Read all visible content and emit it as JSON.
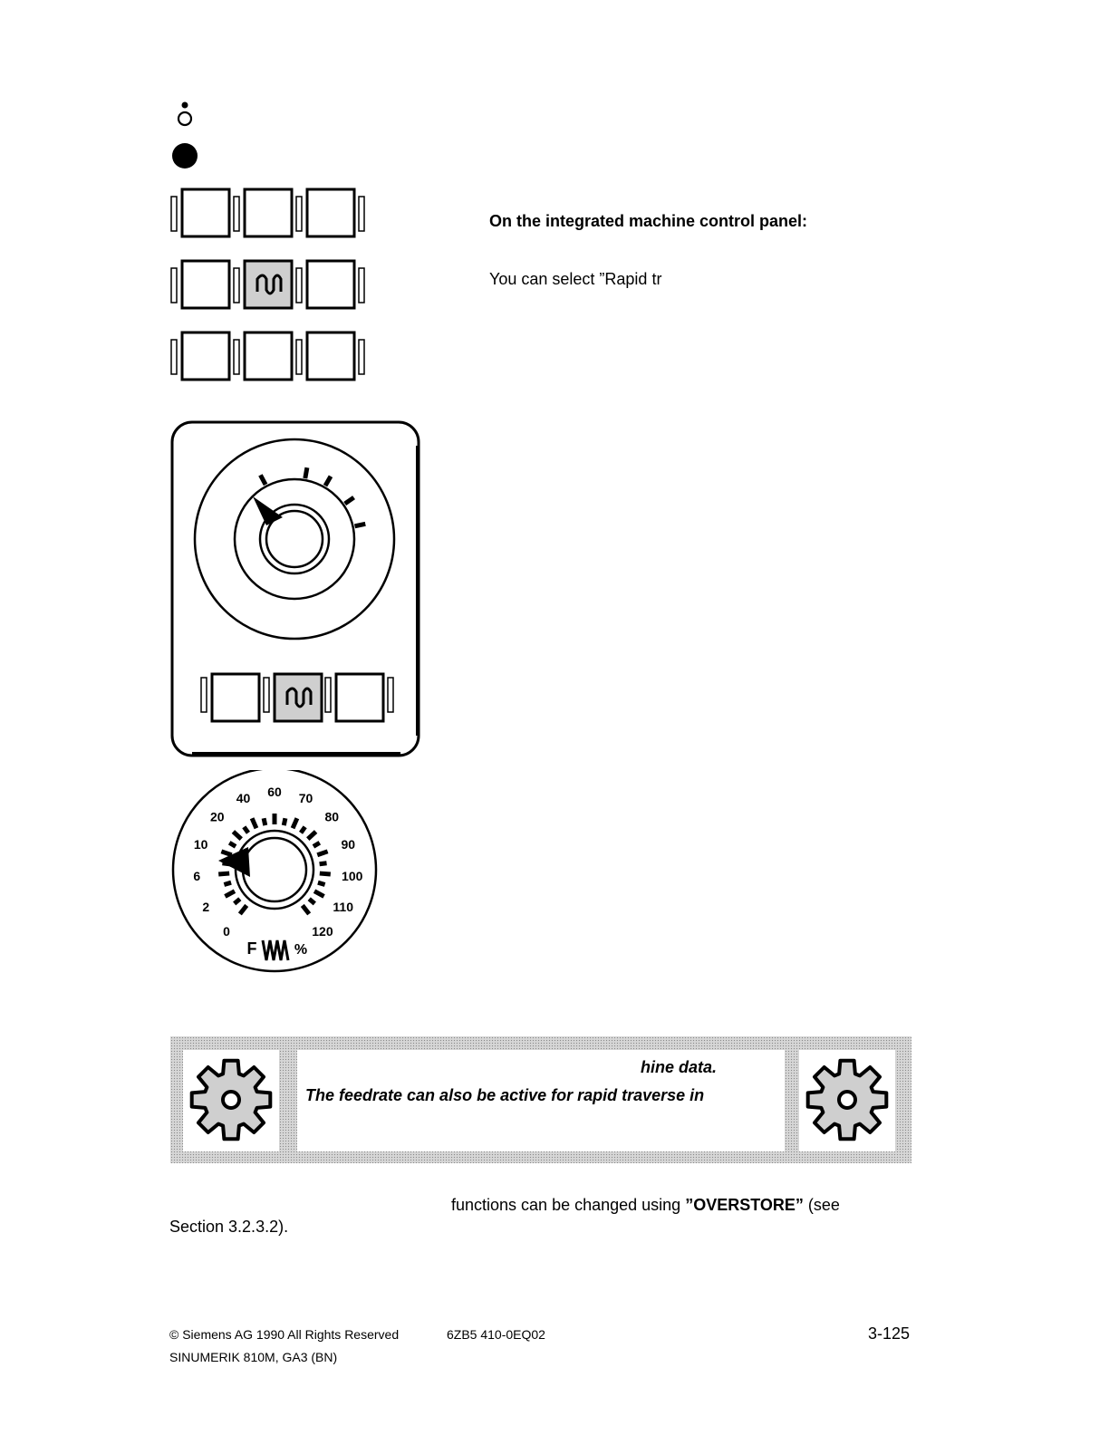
{
  "section": {
    "heading": "On the integrated machine control panel:",
    "body_fragment": "You can select ”Rapid tr"
  },
  "feed_dial": {
    "labels": [
      "0",
      "2",
      "6",
      "10",
      "20",
      "40",
      "60",
      "70",
      "80",
      "90",
      "100",
      "110",
      "120"
    ],
    "legend_f": "F",
    "legend_percent": "%"
  },
  "note": {
    "line1": "hine data.",
    "line2": "The feedrate can also be active for rapid traverse in"
  },
  "paragraph": {
    "part1": "functions can be changed using ",
    "keyword": "”OVERSTORE”",
    "part2": " (see",
    "line2": "Section 3.2.3.2)."
  },
  "footer": {
    "copyright": "© Siemens AG 1990 All Rights Reserved",
    "order_no": "6ZB5 410-0EQ02",
    "page_number": "3-125",
    "product": "SINUMERIK 810M, GA3 (BN)"
  },
  "icons": {
    "led_off": "led-off-icon",
    "led_on": "led-on-icon",
    "rapid_traverse": "rapid-traverse-icon",
    "gear": "gear-icon",
    "feed_override": "feed-override-icon"
  }
}
